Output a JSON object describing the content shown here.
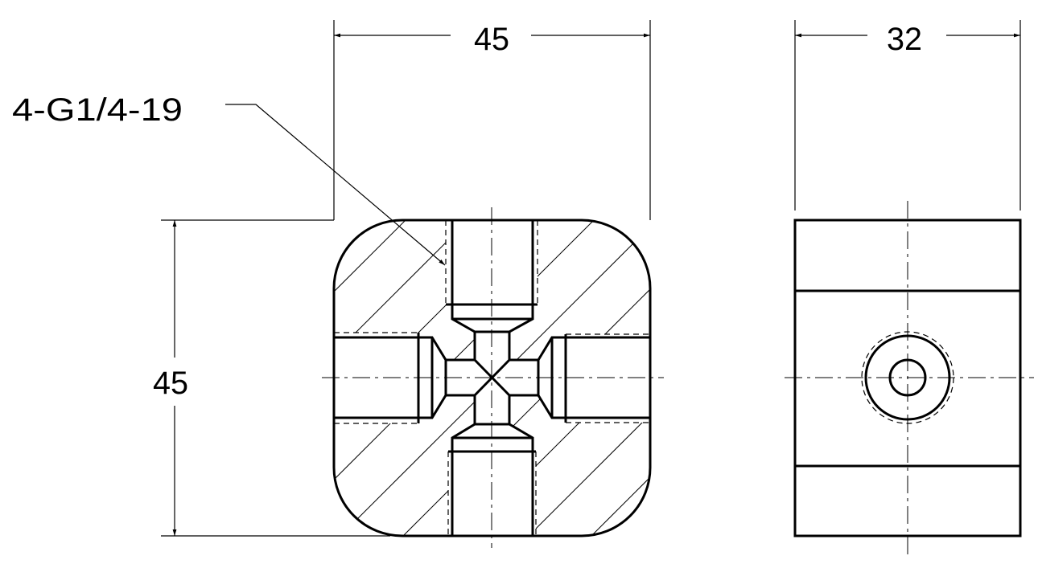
{
  "front_view": {
    "width_dimension": "45",
    "height_dimension": "45",
    "thread_callout": "4-G1/4-19"
  },
  "side_view": {
    "width_dimension": "32"
  }
}
